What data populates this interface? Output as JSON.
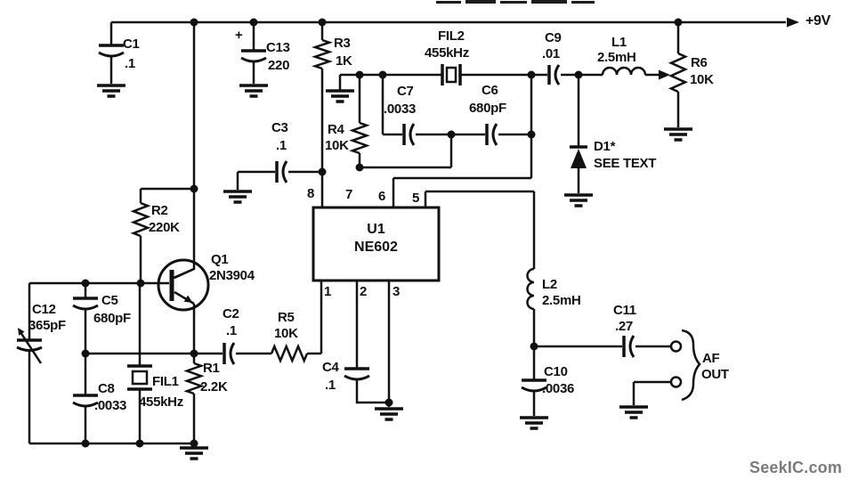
{
  "colors": {
    "ink": "#111111",
    "watermark": "#7b7b7b",
    "background": "#ffffff"
  },
  "power": {
    "rail_label": "+9V"
  },
  "ic": {
    "ref": "U1",
    "part": "NE602",
    "pins_top": [
      "8",
      "7",
      "6",
      "5"
    ],
    "pins_bottom": [
      "1",
      "2",
      "3"
    ]
  },
  "transistor": {
    "ref": "Q1",
    "part": "2N3904"
  },
  "components": {
    "c1": {
      "ref": "C1",
      "value": ".1"
    },
    "c13": {
      "ref": "C13",
      "value": "220",
      "polarity": "+"
    },
    "r3": {
      "ref": "R3",
      "value": "1K"
    },
    "r4": {
      "ref": "R4",
      "value": "10K"
    },
    "c3": {
      "ref": "C3",
      "value": ".1"
    },
    "r2": {
      "ref": "R2",
      "value": "220K"
    },
    "fil2": {
      "ref": "FIL2",
      "value": "455kHz"
    },
    "c7": {
      "ref": "C7",
      "value": ".0033"
    },
    "c6": {
      "ref": "C6",
      "value": "680pF"
    },
    "c9": {
      "ref": "C9",
      "value": ".01"
    },
    "l1": {
      "ref": "L1",
      "value": "2.5mH"
    },
    "r6": {
      "ref": "R6",
      "value": "10K"
    },
    "d1": {
      "ref": "D1*",
      "note": "SEE TEXT"
    },
    "c12": {
      "ref": "C12",
      "value": "365pF"
    },
    "c5": {
      "ref": "C5",
      "value": "680pF"
    },
    "c8": {
      "ref": "C8",
      "value": ".0033"
    },
    "fil1": {
      "ref": "FIL1",
      "value": "455kHz"
    },
    "r1": {
      "ref": "R1",
      "value": "2.2K"
    },
    "c2": {
      "ref": "C2",
      "value": ".1"
    },
    "r5": {
      "ref": "R5",
      "value": "10K"
    },
    "c4": {
      "ref": "C4",
      "value": ".1"
    },
    "l2": {
      "ref": "L2",
      "value": "2.5mH"
    },
    "c10": {
      "ref": "C10",
      "value": ".0036"
    },
    "c11": {
      "ref": "C11",
      "value": ".27"
    }
  },
  "output": {
    "line1": "AF",
    "line2": "OUT"
  },
  "watermark": "SeekIC.com"
}
